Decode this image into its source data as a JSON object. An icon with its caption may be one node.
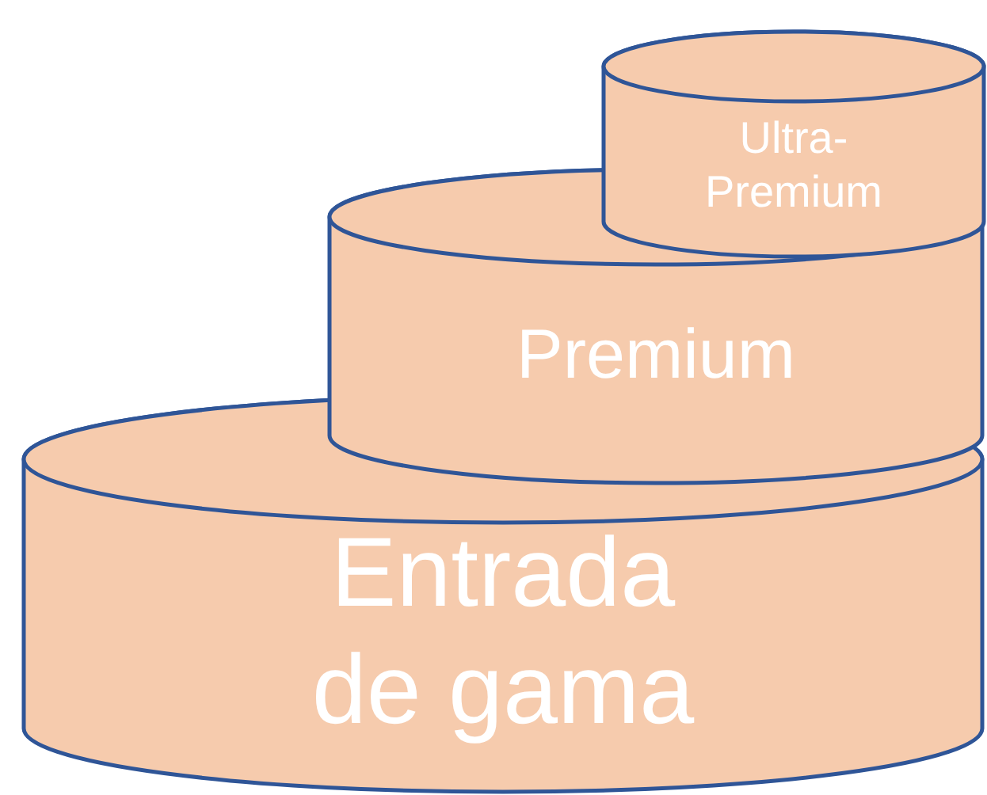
{
  "diagram": {
    "nodes": [
      {
        "text": [
          "Ultra-Premium"
        ]
      },
      {
        "text": [
          "Premium"
        ]
      },
      {
        "text": [
          "Entrada de gama"
        ]
      }
    ]
  }
}
